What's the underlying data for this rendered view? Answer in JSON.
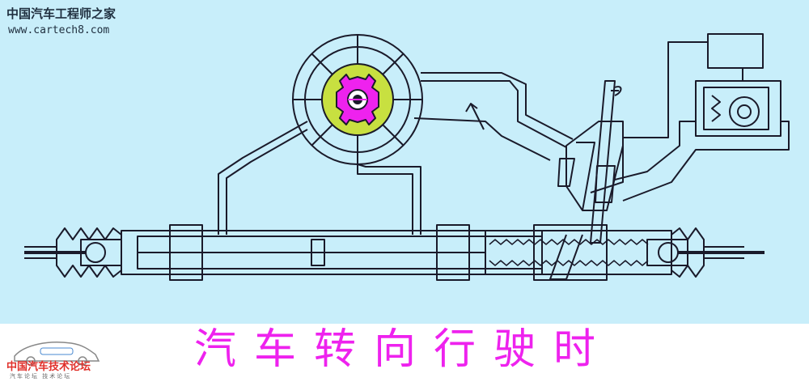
{
  "watermark": {
    "site_name": "中国汽车工程师之家",
    "url": "www.cartech8.com"
  },
  "caption": "汽车转向行驶时",
  "forum_logo": {
    "name": "中国汽车技术论坛",
    "subtext": "汽车论坛  技术论坛"
  },
  "colors": {
    "background": "#c8eefa",
    "line": "#1a1a2a",
    "rotor": "#ee22ee",
    "stator": "#c8e040",
    "caption": "#ee22ee",
    "forum_red": "#e0302a"
  }
}
